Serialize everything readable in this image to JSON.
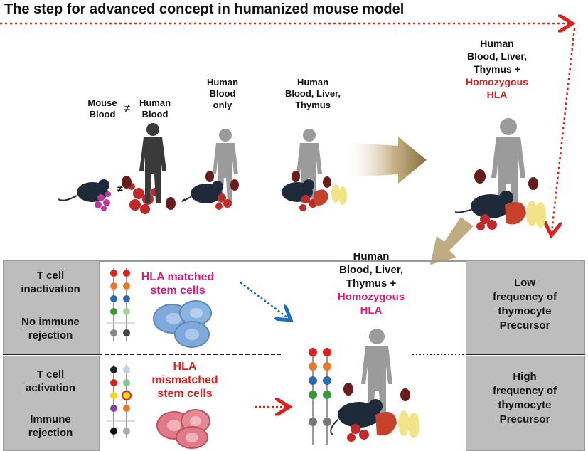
{
  "title": "The step for advanced concept in humanized mouse model",
  "top": {
    "mouse_blood": "Mouse\nBlood",
    "neq": "≠",
    "human_blood": "Human\nBlood",
    "human_blood_only": "Human\nBlood\nonly",
    "human_blood_liver_thymus": "Human\nBlood, Liver,\nThymus",
    "advanced_black": "Human\nBlood, Liver,\nThymus +",
    "advanced_red": "Homozygous\nHLA"
  },
  "bottom": {
    "center_black": "Human\nBlood, Liver,\nThymus +",
    "center_magenta": "Homozygous\nHLA",
    "left_top_1": "T cell\ninactivation",
    "left_top_2": "No immune\nrejection",
    "left_bottom_1": "T cell\nactivation",
    "left_bottom_2": "Immune\nrejection",
    "matched": "HLA matched\nstem cells",
    "mismatched": "HLA\nmismatched\nstem cells",
    "right_top": "Low\nfrequency of\nthymocyte\nPrecursor",
    "right_bottom": "High\nfrequency of\nthymocyte\nPrecursor"
  },
  "colors": {
    "red": "#e0201c",
    "magenta": "#e0187a",
    "gray_box": "#bdbdbd",
    "cell_blue": "#7fa9d8",
    "cell_red": "#e07a88",
    "arrow_blue": "#1a6fc2"
  }
}
